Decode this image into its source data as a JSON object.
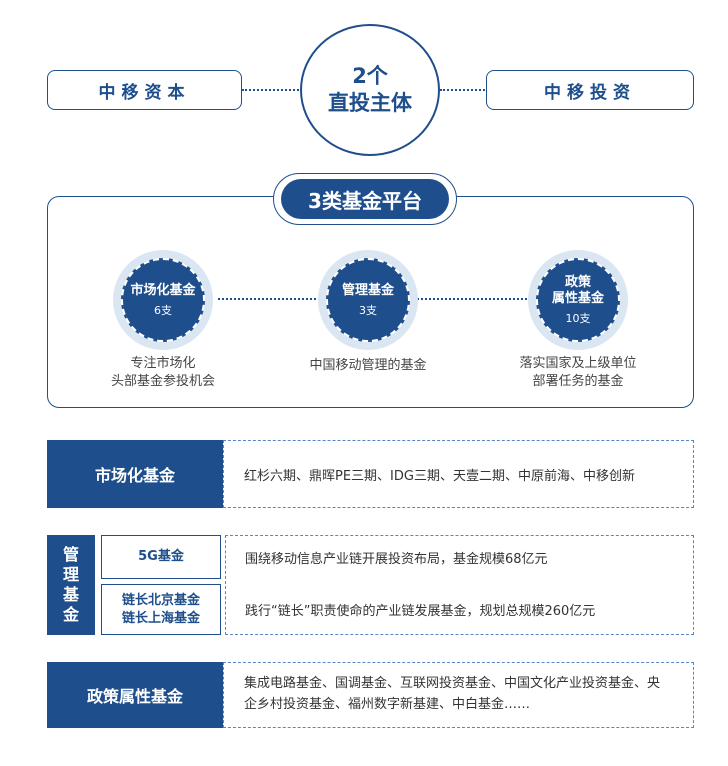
{
  "entities": {
    "left": "中移资本",
    "right": "中移投资"
  },
  "center": {
    "line1": "2个",
    "line2": "直投主体"
  },
  "platform": {
    "title": "3类基金平台",
    "funds": [
      {
        "name": "市场化基金",
        "count": "6支",
        "desc_line1": "专注市场化",
        "desc_line2": "头部基金参投机会"
      },
      {
        "name": "管理基金",
        "count": "3支",
        "desc_line1": "中国移动管理的基金",
        "desc_line2": ""
      },
      {
        "name_line1": "政策",
        "name_line2": "属性基金",
        "count": "10支",
        "desc_line1": "落实国家及上级单位",
        "desc_line2": "部署任务的基金"
      }
    ]
  },
  "rows": {
    "market": {
      "label": "市场化基金",
      "detail": "红杉六期、鼎晖PE三期、IDG三期、天壹二期、中原前海、中移创新"
    },
    "managed": {
      "label_chars": [
        "管",
        "理",
        "基",
        "金"
      ],
      "sub": [
        {
          "label_line1": "5G基金",
          "label_line2": "",
          "detail": "围绕移动信息产业链开展投资布局，基金规模68亿元"
        },
        {
          "label_line1": "链长北京基金",
          "label_line2": "链长上海基金",
          "detail": "践行“链长”职责使命的产业链发展基金，规划总规模260亿元"
        }
      ]
    },
    "policy": {
      "label": "政策属性基金",
      "detail_line1": "集成电路基金、国调基金、互联网投资基金、中国文化产业投资基金、央",
      "detail_line2": "企乡村投资基金、福州数字新基建、中白基金……"
    }
  },
  "colors": {
    "primary": "#1f4e8c",
    "ring": "#dbe6f3",
    "dashed": "#5a86c2"
  }
}
